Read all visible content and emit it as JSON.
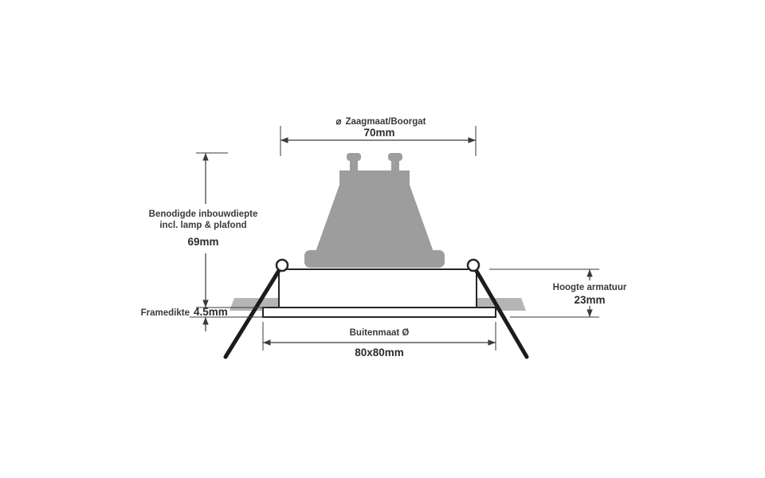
{
  "dimensions": {
    "zaagmaat": {
      "icon": "⌀",
      "label": "Zaagmaat/Boorgat",
      "value": "70mm"
    },
    "inbouwdiepte": {
      "label_line1": "Benodigde inbouwdiepte",
      "label_line2": "incl. lamp & plafond",
      "value": "69mm"
    },
    "framedikte": {
      "label": "Framedikte",
      "value": "4.5mm"
    },
    "hoogte_armatuur": {
      "label": "Hoogte armatuur",
      "value": "23mm"
    },
    "buitenmaat": {
      "label": "Buitenmaat Ø",
      "value": "80x80mm"
    }
  },
  "colors": {
    "lamp_gray": "#9d9d9d",
    "ceiling_gray": "#b5b5b5",
    "line": "#3a3a3a"
  }
}
